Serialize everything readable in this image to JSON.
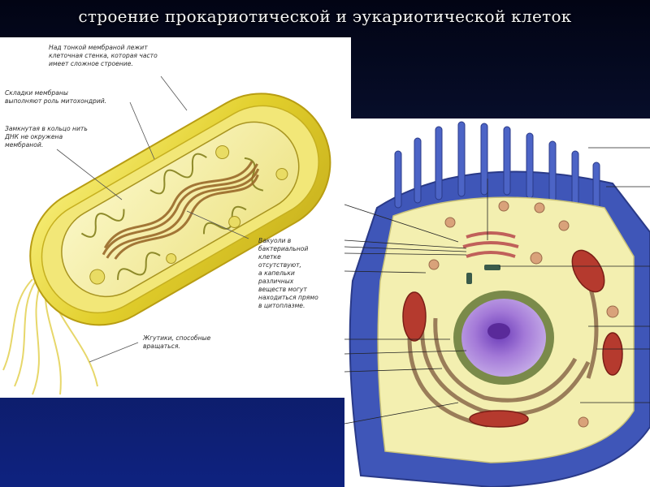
{
  "slide": {
    "title": "строение прокариотической и эукариотической клеток"
  },
  "prokaryote": {
    "annotations": {
      "cell_wall": "Над тонкой мембраной лежит\nклеточная стенка, которая часто\nимеет сложное строение.",
      "membrane_folds": "Складки мембраны\nвыполняют роль митохондрий.",
      "dna": "Замкнутая в кольцо нить\nДНК не окружена\nмембраной.",
      "vacuoles": "Вакуоли в\nбактериальной\nклетке\nотсутствуют,\nа капельки\nразличных\nвеществ могут\nнаходиться прямо\nв цитоплазме.",
      "flagella": "Жгутики, способные\nвращаться."
    }
  },
  "colors": {
    "background_top": "#020414",
    "background_bottom": "#0e2280",
    "cell_wall": "#e8d63a",
    "cytoplasm": "#f6f0a0",
    "eukaryote_membrane": "#3f56b8",
    "eukaryote_cytoplasm": "#f3efb0",
    "nucleus": "#8a5ac8",
    "mitochondria": "#b53a2e"
  }
}
